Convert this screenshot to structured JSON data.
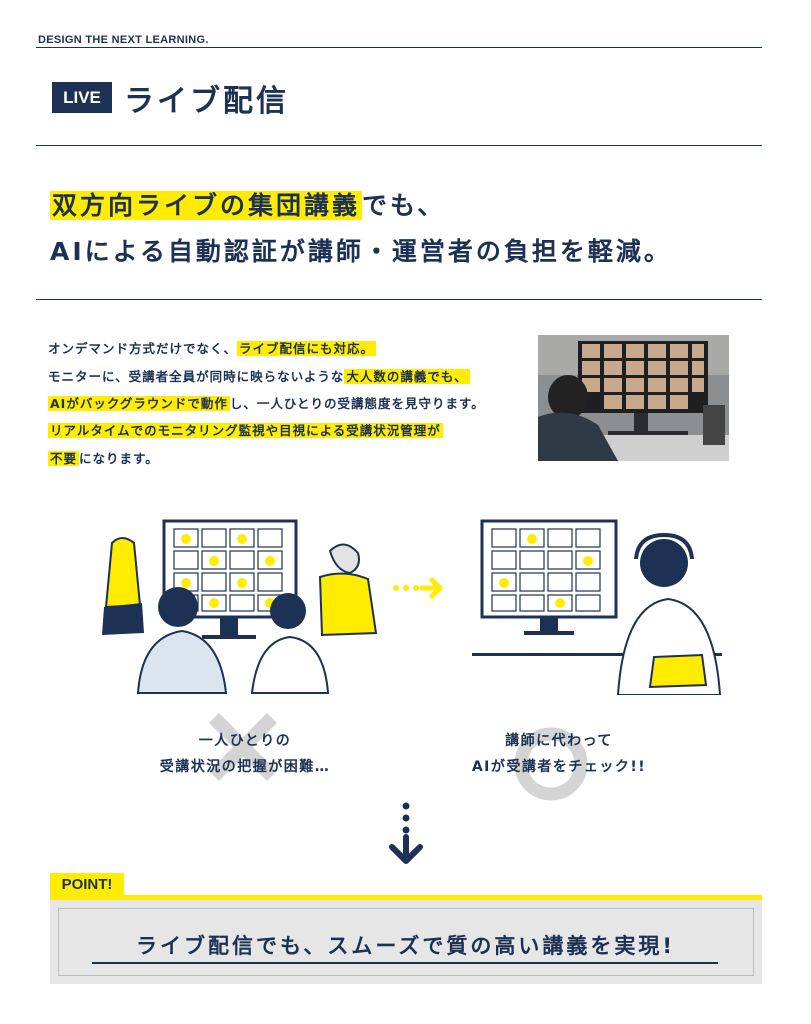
{
  "header": {
    "brand": "DESIGN THE NEXT LEARNING."
  },
  "section": {
    "badge": "LIVE",
    "title": "ライブ配信"
  },
  "headline": {
    "line1_hl": "双方向ライブの集団講義",
    "line1_rest": "でも、",
    "line2": "AIによる自動認証が講師・運営者の負担を軽減。"
  },
  "body": {
    "l1_a": "オンデマンド方式だけでなく、",
    "l1_hl": "ライブ配信にも対応。",
    "l2_a": "モニターに、受講者全員が同時に映らないような",
    "l2_hl": "大人数の講義でも、",
    "l3_hl": "AIがバックグラウンドで動作",
    "l3_b": "し、一人ひとりの受講態度を見守ります。",
    "l4_hl": "リアルタイムでのモニタリング監視や目視による受講状況管理が",
    "l5_hl": "不要",
    "l5_b": "になります。"
  },
  "comparison": {
    "left_line1": "一人ひとりの",
    "left_line2": "受講状況の把握が困難…",
    "right_line1": "講師に代わって",
    "right_line2": "AIが受講者をチェック!!"
  },
  "point": {
    "tab": "POINT!",
    "text": "ライブ配信でも、スムーズで質の高い講義を実現!"
  },
  "colors": {
    "navy": "#1c3153",
    "yellow": "#ffec00",
    "gray": "#e6e6e6"
  }
}
